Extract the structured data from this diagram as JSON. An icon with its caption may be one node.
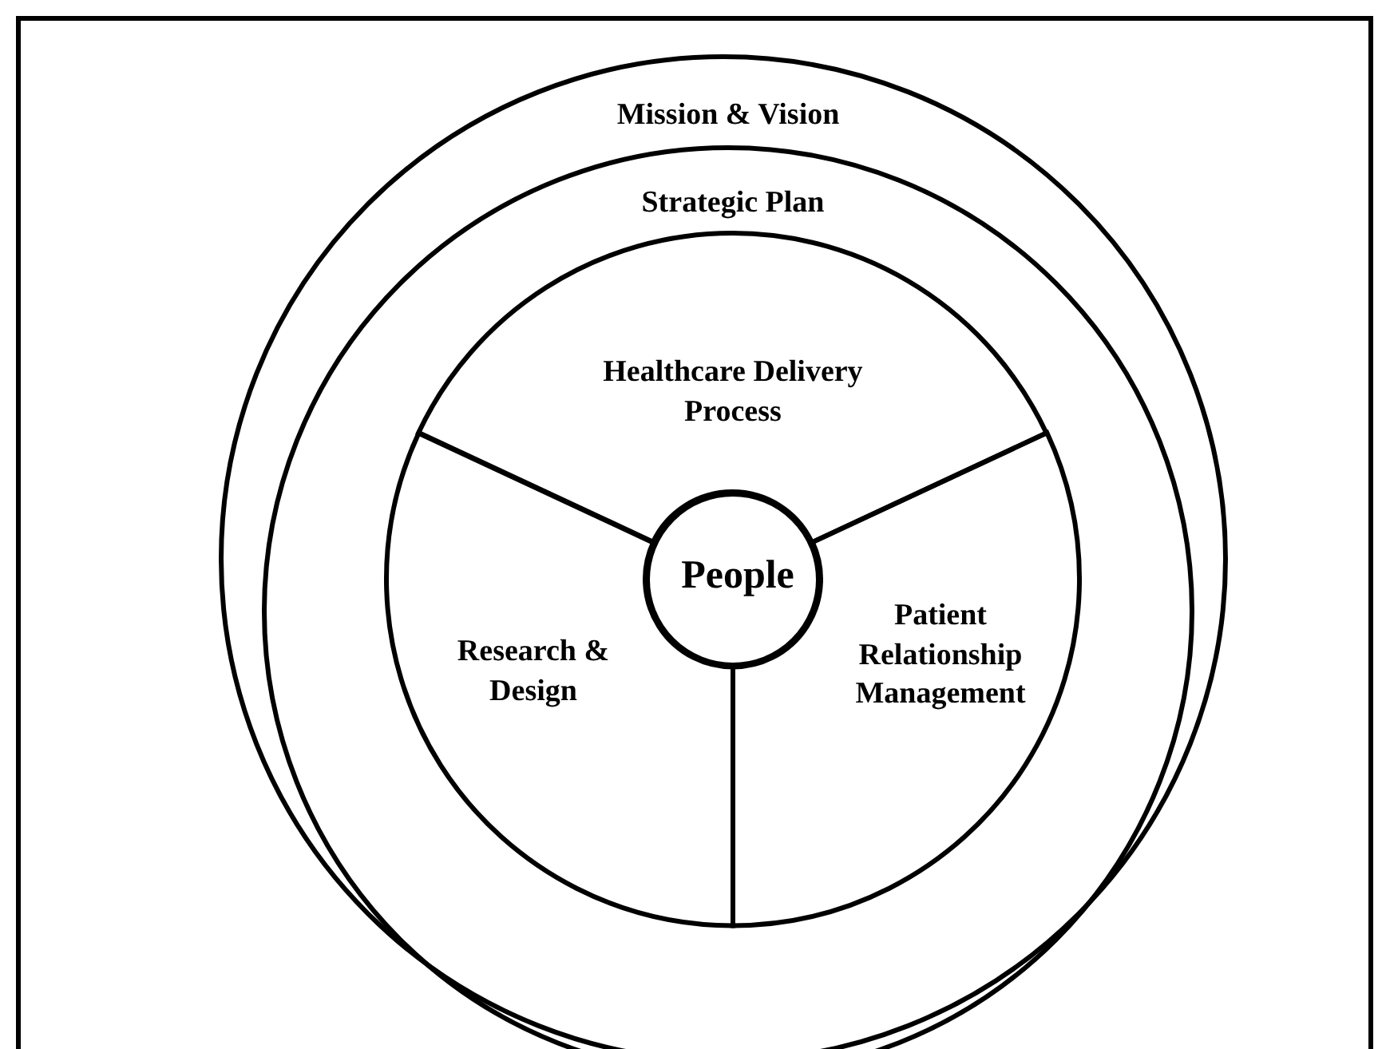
{
  "diagram": {
    "nodes": [
      {
        "text": [
          "Mission & Vision"
        ]
      },
      {
        "text": [
          "Strategic Plan"
        ],
        "in": 0
      },
      {
        "text": [
          "Healthcare Delivery Process"
        ],
        "in": 1
      },
      {
        "text": [
          "People"
        ],
        "in": 1
      },
      {
        "text": [
          "Research & Design"
        ],
        "in": 1
      },
      {
        "text": [
          "Patient Relationship Management"
        ],
        "in": 1
      }
    ]
  }
}
